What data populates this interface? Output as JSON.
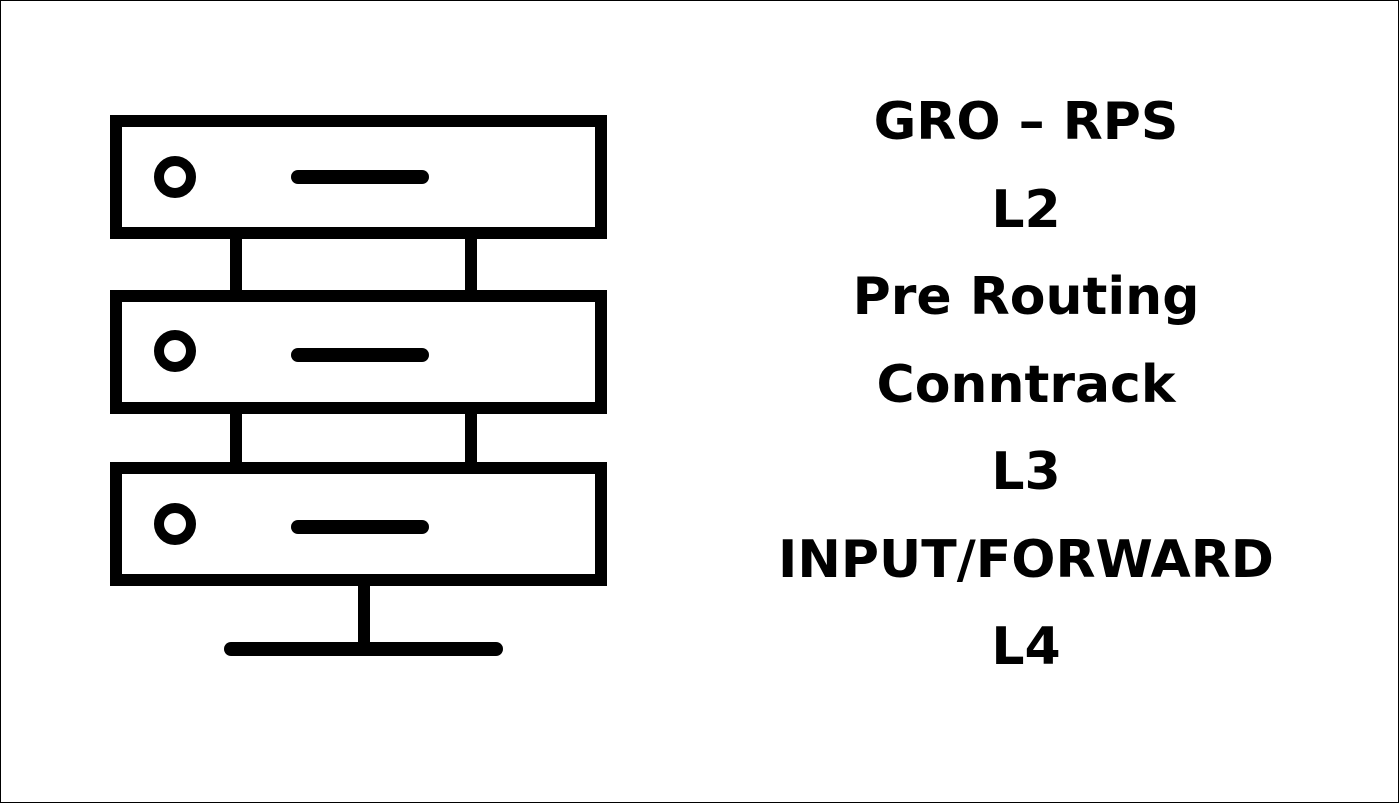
{
  "icon": {
    "name": "server-rack-icon",
    "color": "#000000"
  },
  "layers": [
    "GRO – RPS",
    "L2",
    "Pre Routing",
    "Conntrack",
    "L3",
    "INPUT/FORWARD",
    "L4"
  ]
}
